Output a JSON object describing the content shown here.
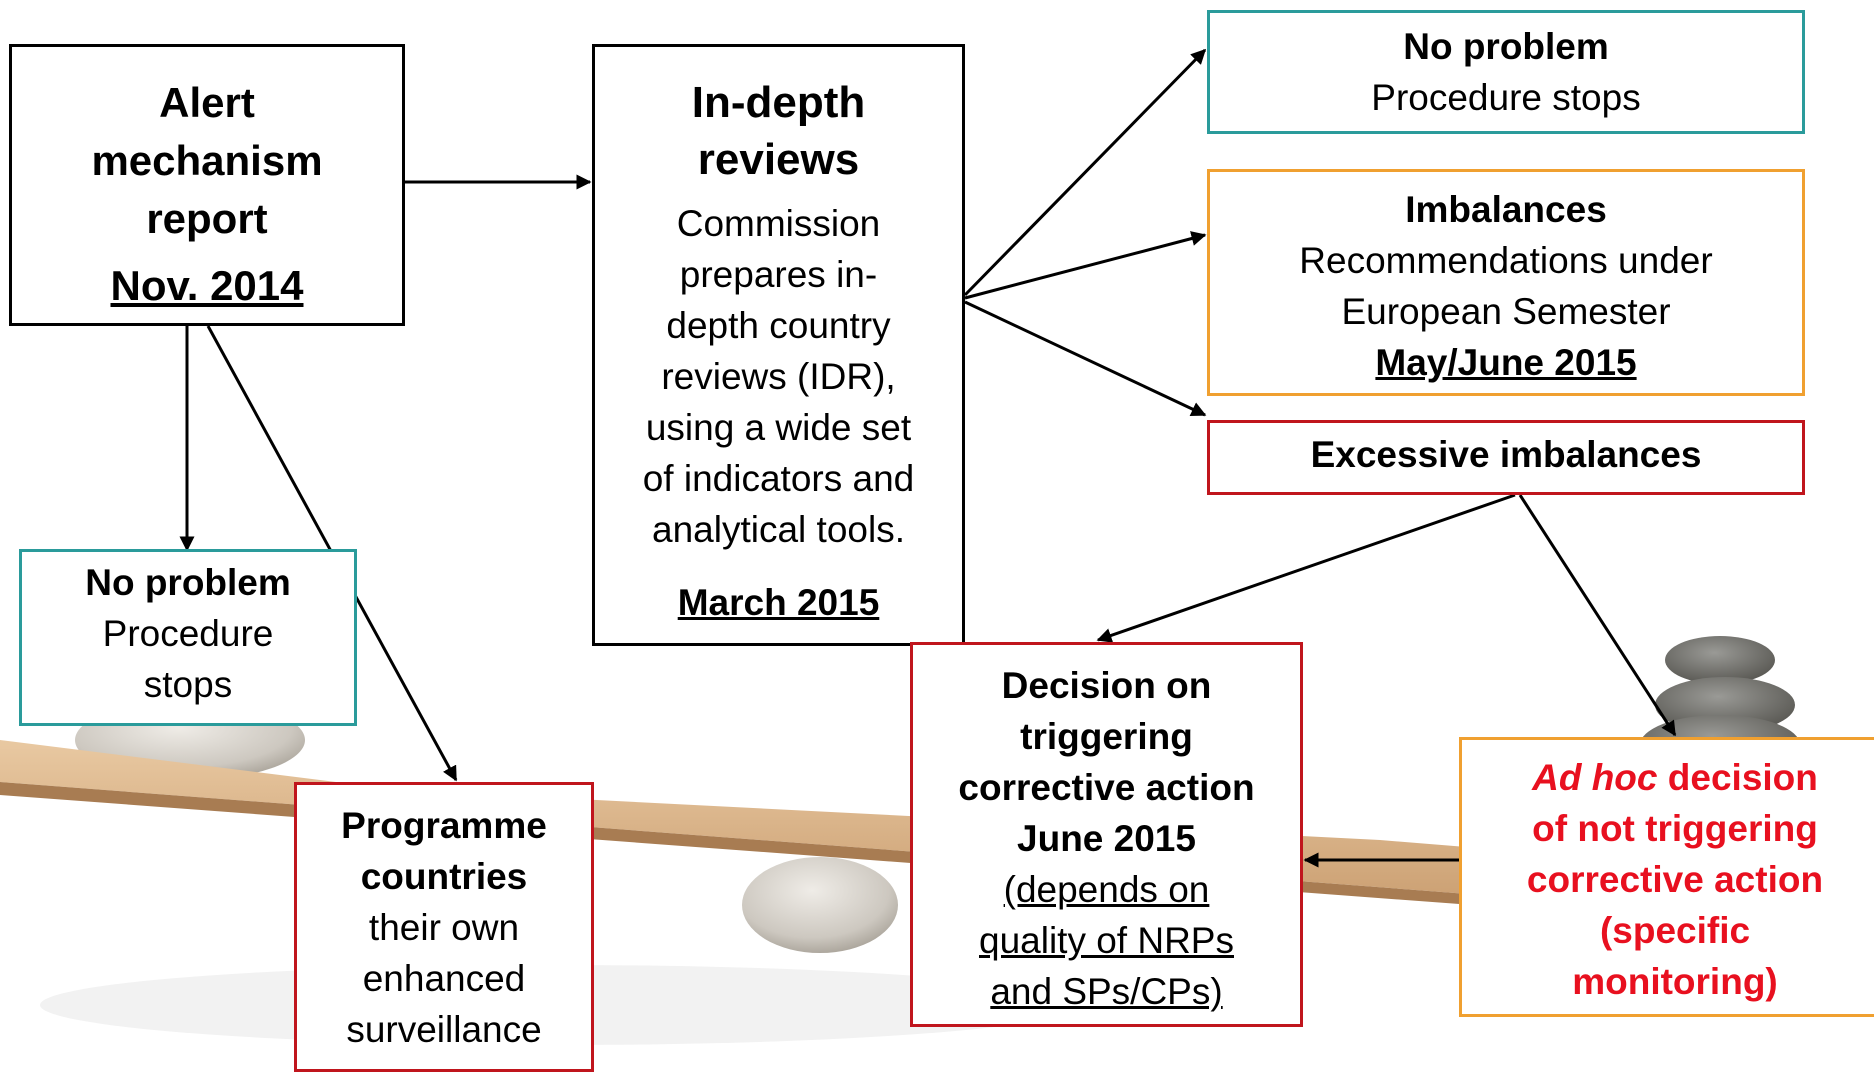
{
  "alert_box": {
    "title_lines": [
      "Alert",
      "mechanism",
      "report"
    ],
    "date": "Nov. 2014"
  },
  "idr_box": {
    "title_lines": [
      "In-depth",
      "reviews"
    ],
    "body_lines": [
      "Commission",
      "prepares in-",
      "depth country",
      "reviews (IDR),",
      "using a wide set",
      "of indicators and",
      "analytical tools."
    ],
    "date": "March 2015"
  },
  "no_problem_top": {
    "title": "No problem",
    "body": "Procedure stops"
  },
  "imbalances_box": {
    "title": "Imbalances",
    "body_lines": [
      "Recommendations under",
      "European Semester"
    ],
    "date": "May/June 2015"
  },
  "excessive_box": {
    "title": "Excessive imbalances"
  },
  "no_problem_left": {
    "title": "No problem",
    "body_lines": [
      "Procedure",
      "stops"
    ]
  },
  "programme_box": {
    "title_lines": [
      "Programme",
      "countries"
    ],
    "body_lines": [
      "their own",
      "enhanced",
      "surveillance"
    ]
  },
  "decision_box": {
    "title_lines": [
      "Decision on",
      "triggering",
      "corrective action",
      "June 2015"
    ],
    "note_lines": [
      "(depends on",
      "quality of NRPs",
      "and SPs/CPs)"
    ]
  },
  "adhoc_box": {
    "italic": "Ad hoc",
    "lines": [
      " decision",
      "of not triggering",
      "corrective action",
      "(specific",
      "monitoring)"
    ]
  },
  "colors": {
    "teal": "#2a9b9b",
    "orange": "#f0a030",
    "red": "#c0151d",
    "accent_text": "#e8101f"
  }
}
